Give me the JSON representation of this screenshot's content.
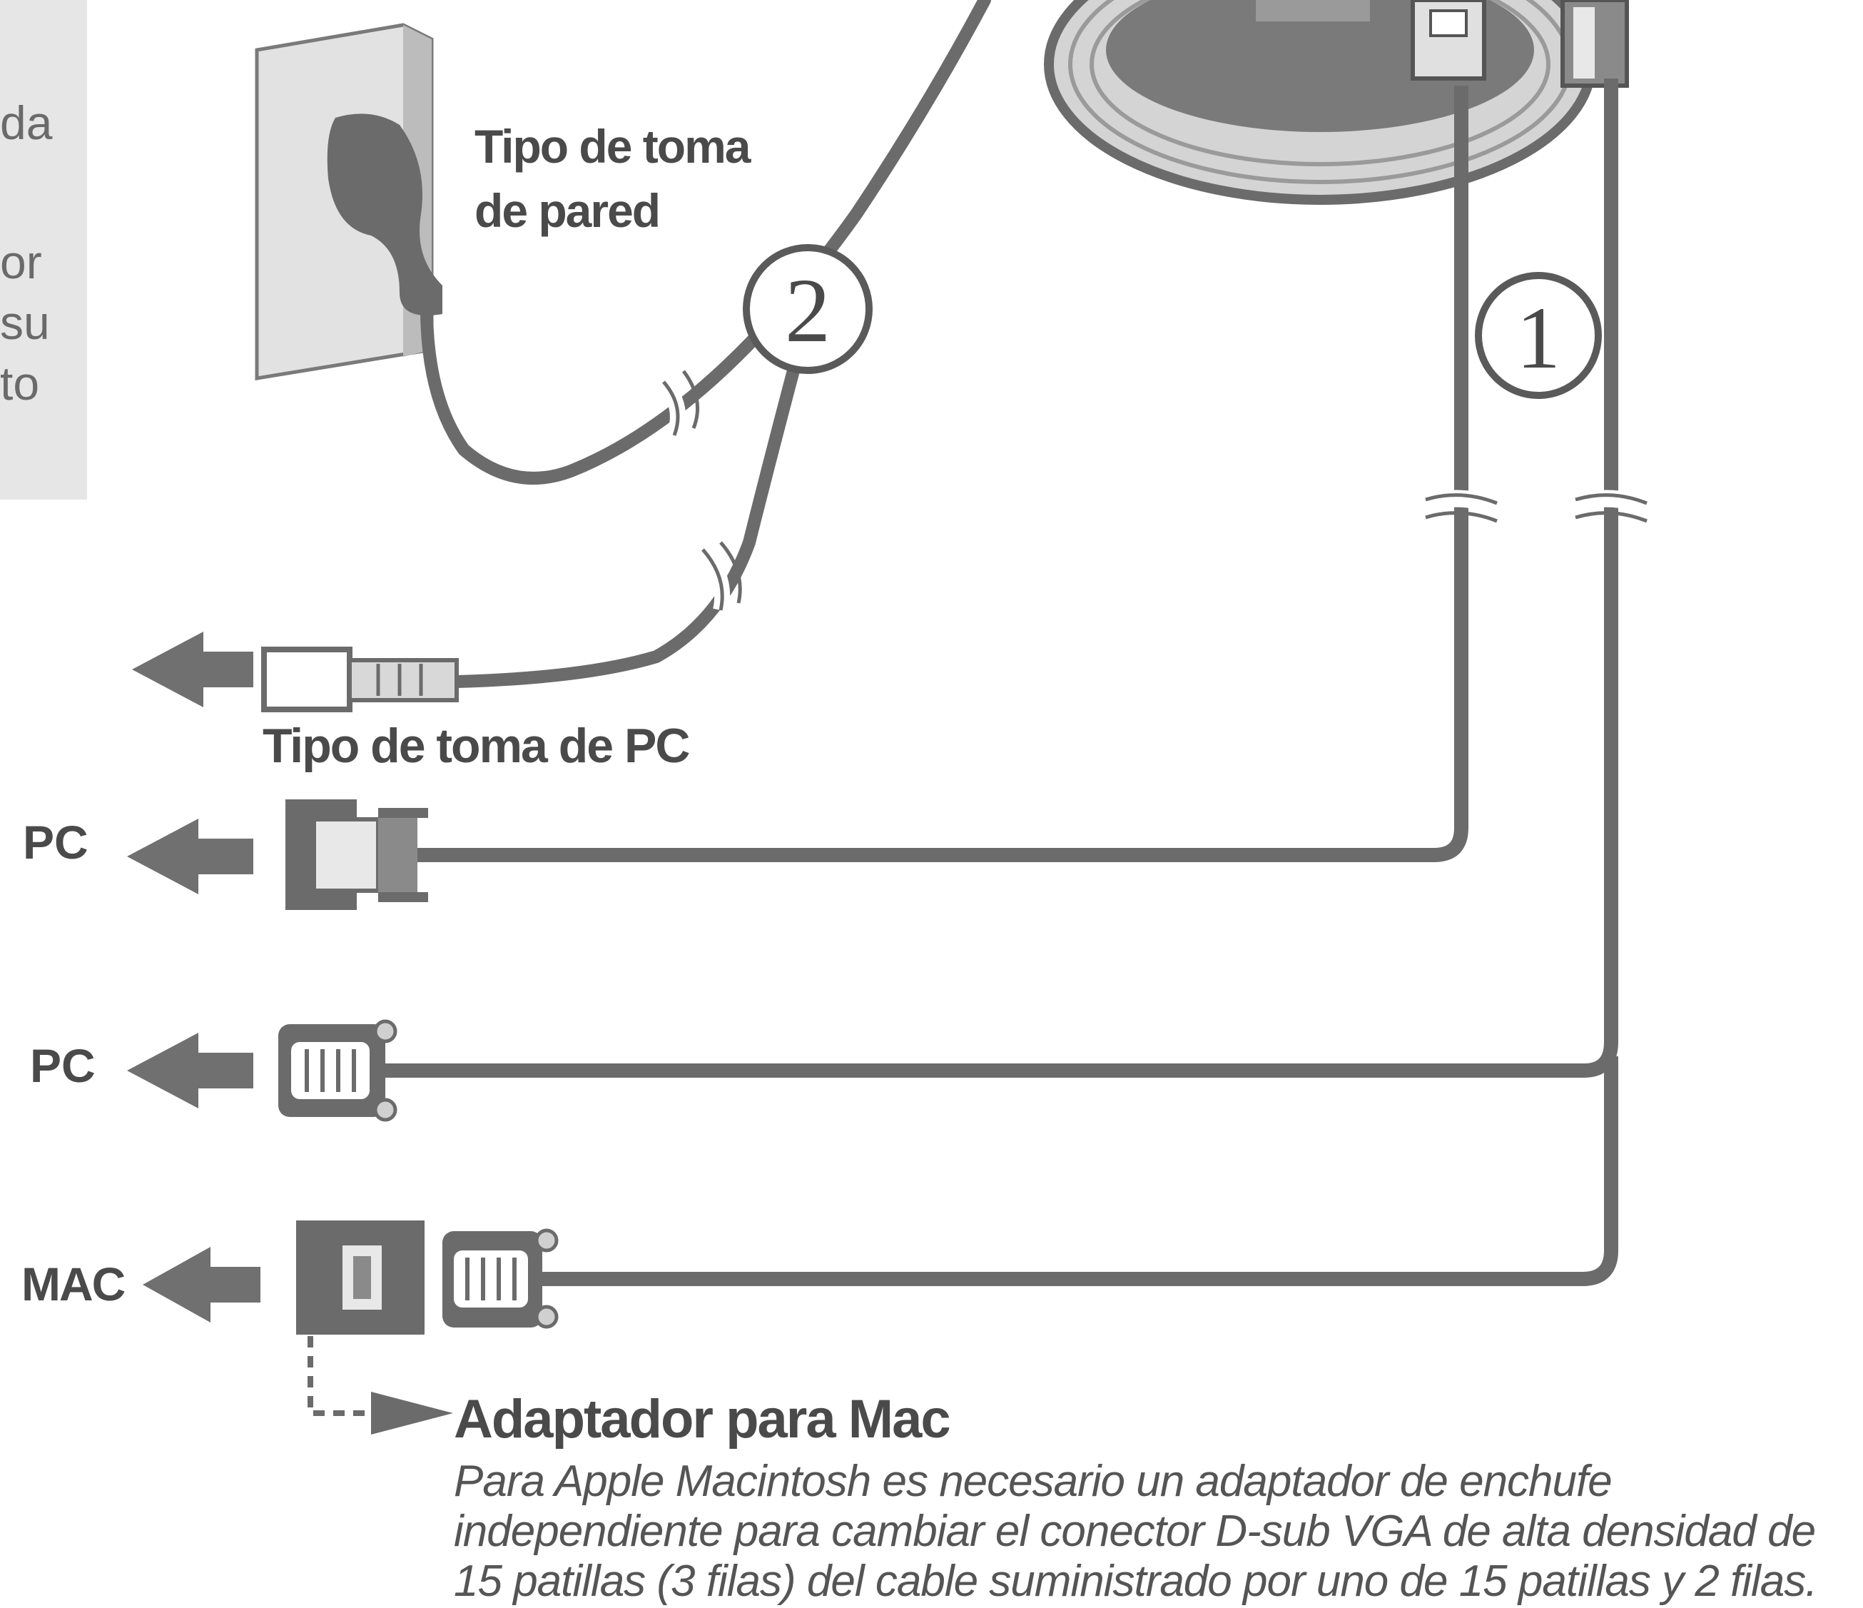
{
  "side_panel": {
    "fragments": [
      "da",
      "or",
      "su",
      "to"
    ]
  },
  "labels": {
    "wall_outlet": [
      "Tipo de toma",
      "de pared"
    ],
    "pc_outlet": "Tipo de toma de PC",
    "pc_1": "PC",
    "pc_2": "PC",
    "mac": "MAC",
    "step_1": "1",
    "step_2": "2"
  },
  "adapter_note": {
    "title": "Adaptador para Mac",
    "lines": [
      "Para Apple Macintosh es necesario un adaptador de enchufe",
      "independiente para cambiar el conector D-sub VGA de alta densidad de",
      "15 patillas (3 filas) del cable suministrado por uno de 15 patillas y 2 filas."
    ]
  },
  "colors": {
    "cable": "#6b6b6b",
    "arrow": "#707070",
    "panel": "#e6e6e6",
    "text": "#4a4a4a"
  }
}
